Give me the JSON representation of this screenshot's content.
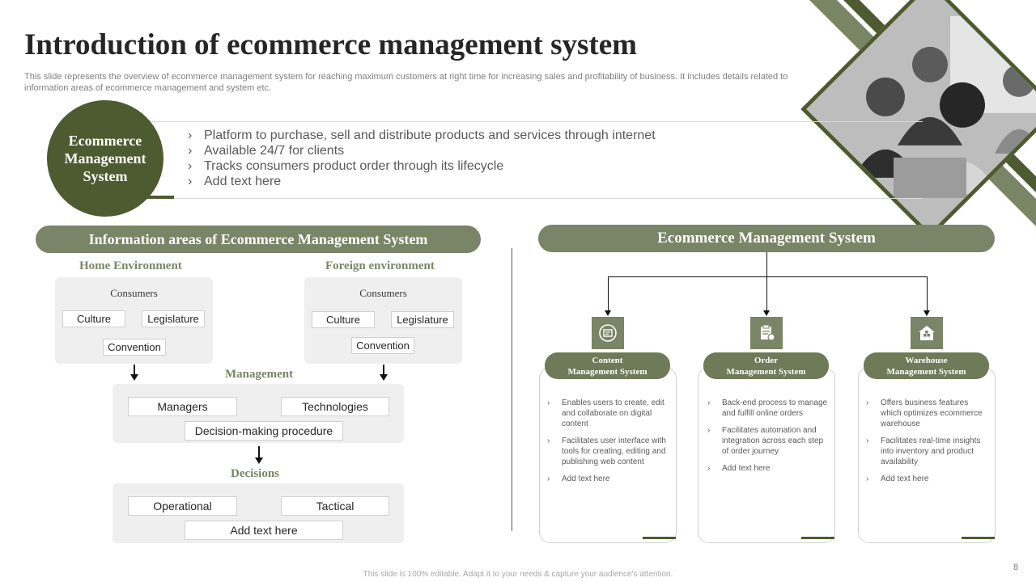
{
  "title": "Introduction of ecommerce management system",
  "subtitle": "This slide represents the overview of ecommerce management system for reaching maximum customers at right time for increasing sales and profitability of business. It includes details related to information areas of ecommerce management and system etc.",
  "intro": {
    "circle_lines": [
      "Ecommerce",
      "Management",
      "System"
    ],
    "bullets": [
      "Platform to purchase, sell and distribute products and services through  internet",
      "Available 24/7 for clients",
      "Tracks consumers product order through its lifecycle",
      "Add text here"
    ]
  },
  "left_section": {
    "header": "Information areas of Ecommerce Management System",
    "home": {
      "label": "Home Environment",
      "title": "Consumers",
      "chips": [
        "Culture",
        "Legislature",
        "Convention"
      ]
    },
    "foreign": {
      "label": "Foreign environment",
      "title": "Consumers",
      "chips": [
        "Culture",
        "Legislature",
        "Convention"
      ]
    },
    "management": {
      "label": "Management",
      "chips": [
        "Managers",
        "Technologies",
        "Decision-making  procedure"
      ]
    },
    "decisions": {
      "label": "Decisions",
      "chips": [
        "Operational",
        "Tactical",
        "Add text here"
      ]
    }
  },
  "right_section": {
    "header": "Ecommerce Management System",
    "cards": [
      {
        "icon": "content-management-icon",
        "title_lines": [
          "Content",
          "Management System"
        ],
        "bullets": [
          "Enables users to create, edit and collaborate on digital content",
          "Facilitates user interface with tools for creating, editing and publishing web content",
          "Add text here"
        ]
      },
      {
        "icon": "order-clipboard-icon",
        "title_lines": [
          "Order",
          "Management System"
        ],
        "bullets": [
          "Back-end process to manage and fulfill online orders",
          "Facilitates automation and integration across each step of order journey",
          "Add text here"
        ]
      },
      {
        "icon": "warehouse-icon",
        "title_lines": [
          "Warehouse",
          "Management System"
        ],
        "bullets": [
          "Offers business features which optimizes ecommerce warehouse",
          "Facilitates real-time insights into inventory and product availability",
          "Add text here"
        ]
      }
    ]
  },
  "bullet_glyph": "›",
  "footer": "This slide is 100% editable. Adapt it to your needs & capture your audience's attention.",
  "page_number": "8",
  "colors": {
    "accent_dark": "#4e5a2f",
    "accent": "#7a8466"
  }
}
